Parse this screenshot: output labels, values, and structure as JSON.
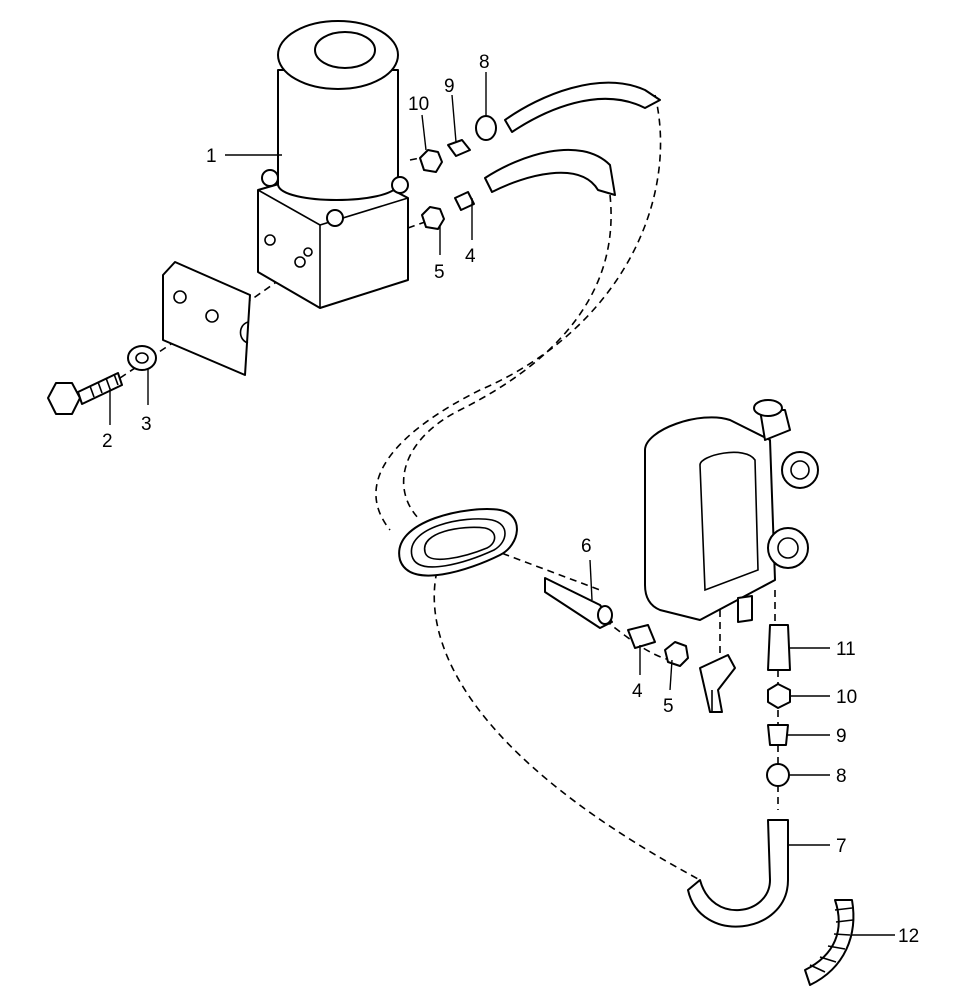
{
  "callouts": [
    {
      "id": "c1",
      "text": "1"
    },
    {
      "id": "c2",
      "text": "2"
    },
    {
      "id": "c3",
      "text": "3"
    },
    {
      "id": "c4a",
      "text": "4"
    },
    {
      "id": "c5a",
      "text": "5"
    },
    {
      "id": "c8a",
      "text": "8"
    },
    {
      "id": "c9a",
      "text": "9"
    },
    {
      "id": "c10a",
      "text": "10"
    },
    {
      "id": "c6",
      "text": "6"
    },
    {
      "id": "c4b",
      "text": "4"
    },
    {
      "id": "c5b",
      "text": "5"
    },
    {
      "id": "c11",
      "text": "11"
    },
    {
      "id": "c10b",
      "text": "10"
    },
    {
      "id": "c9b",
      "text": "9"
    },
    {
      "id": "c8b",
      "text": "8"
    },
    {
      "id": "c7",
      "text": "7"
    },
    {
      "id": "c12",
      "text": "12"
    }
  ]
}
